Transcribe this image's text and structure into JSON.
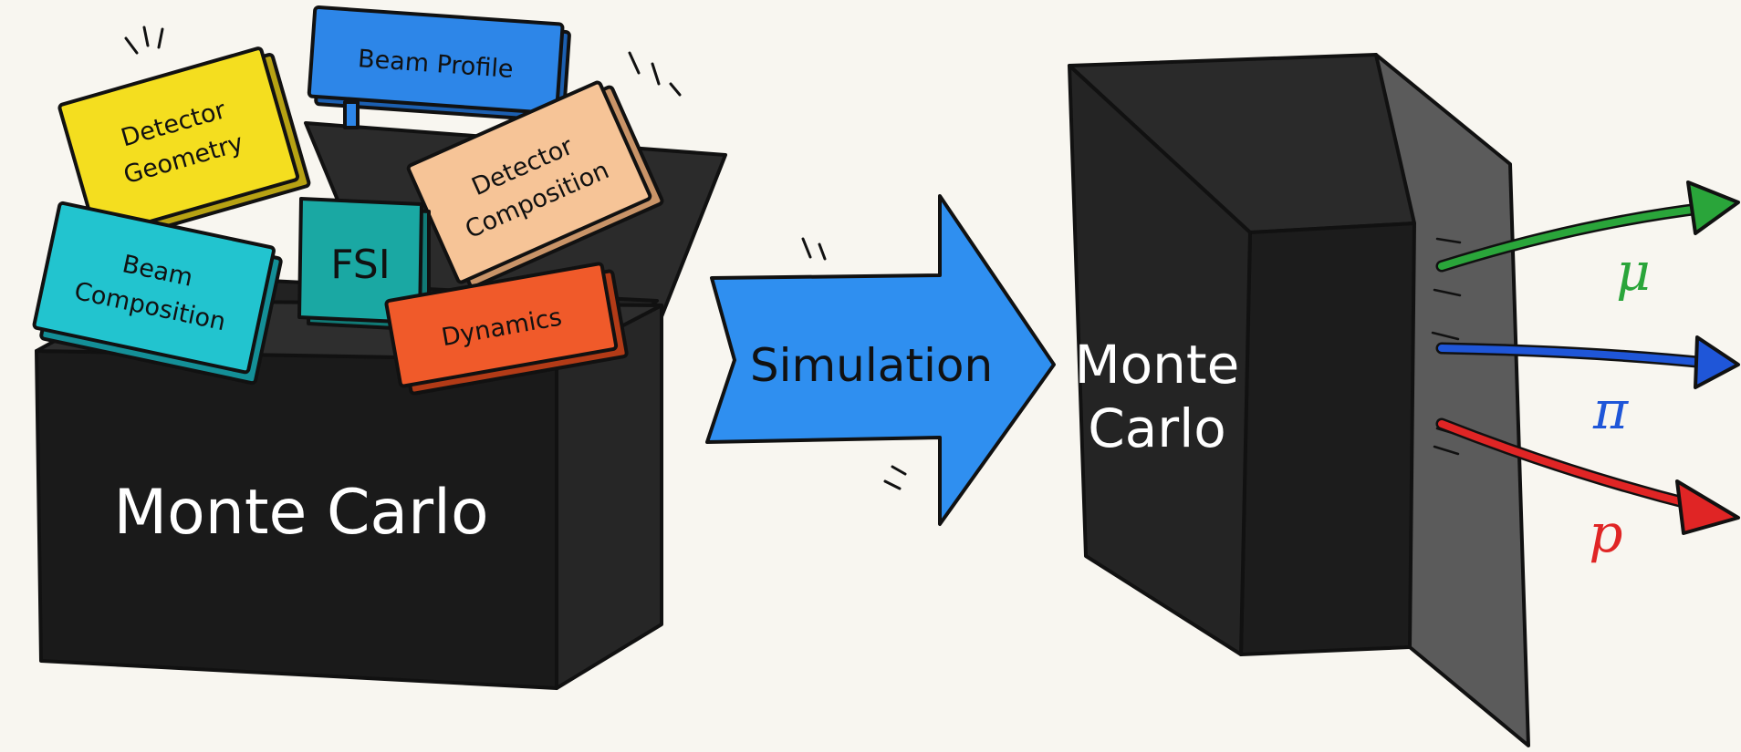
{
  "colors": {
    "background": "#f8f6f0",
    "box": "#1a1a1a",
    "arrow": "#2f8ff0",
    "yellow": "#f4de1f",
    "blue": "#2d86e8",
    "peach": "#f6c497",
    "cyan": "#22c4cf",
    "teal": "#1aa8a3",
    "red": "#f05a2a",
    "muon": "#2aa53a",
    "pion": "#1f56d8",
    "proton": "#e02525"
  },
  "left_box": {
    "label": "Monte Carlo"
  },
  "cards": {
    "detector_geometry": [
      "Detector",
      "Geometry"
    ],
    "beam_profile": "Beam Profile",
    "detector_composition": [
      "Detector",
      "Composition"
    ],
    "beam_composition": [
      "Beam",
      "Composition"
    ],
    "fsi": "FSI",
    "dynamics": "Dynamics"
  },
  "process": {
    "label": "Simulation"
  },
  "right_box": {
    "label": [
      "Monte",
      "Carlo"
    ]
  },
  "particles": [
    {
      "symbol": "μ",
      "color": "#2aa53a",
      "icon": "muon-arrow-icon"
    },
    {
      "symbol": "π",
      "color": "#1f56d8",
      "icon": "pion-arrow-icon"
    },
    {
      "symbol": "p",
      "color": "#e02525",
      "icon": "proton-arrow-icon"
    }
  ]
}
